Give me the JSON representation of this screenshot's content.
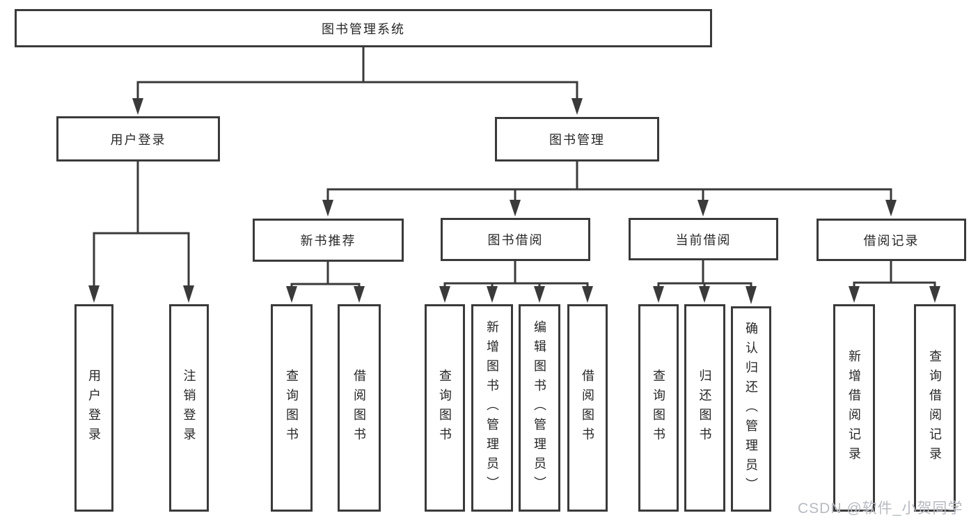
{
  "diagram": {
    "root": {
      "label": "图书管理系统"
    },
    "level2": [
      {
        "label": "用户登录"
      },
      {
        "label": "图书管理"
      }
    ],
    "level3": [
      {
        "label": "新书推荐"
      },
      {
        "label": "图书借阅"
      },
      {
        "label": "当前借阅"
      },
      {
        "label": "借阅记录"
      }
    ],
    "leaves": {
      "login": [
        {
          "label": "用户登录"
        },
        {
          "label": "注销登录"
        }
      ],
      "new_books": [
        {
          "label": "查询图书"
        },
        {
          "label": "借阅图书"
        }
      ],
      "book_borrow": [
        {
          "label": "查询图书"
        },
        {
          "label": "新增图书（管理员）"
        },
        {
          "label": "编辑图书（管理员）"
        },
        {
          "label": "借阅图书"
        }
      ],
      "current_borrow": [
        {
          "label": "查询图书"
        },
        {
          "label": "归还图书"
        },
        {
          "label": "确认归还（管理员）"
        }
      ],
      "borrow_records": [
        {
          "label": "新增借阅记录"
        },
        {
          "label": "查询借阅记录"
        }
      ]
    }
  },
  "watermark": {
    "text": "CSDN @软件_小贺同学"
  },
  "colors": {
    "line": "#3a3a3a",
    "text": "#262626",
    "background": "#ffffff",
    "watermark": "#b7bac2"
  }
}
